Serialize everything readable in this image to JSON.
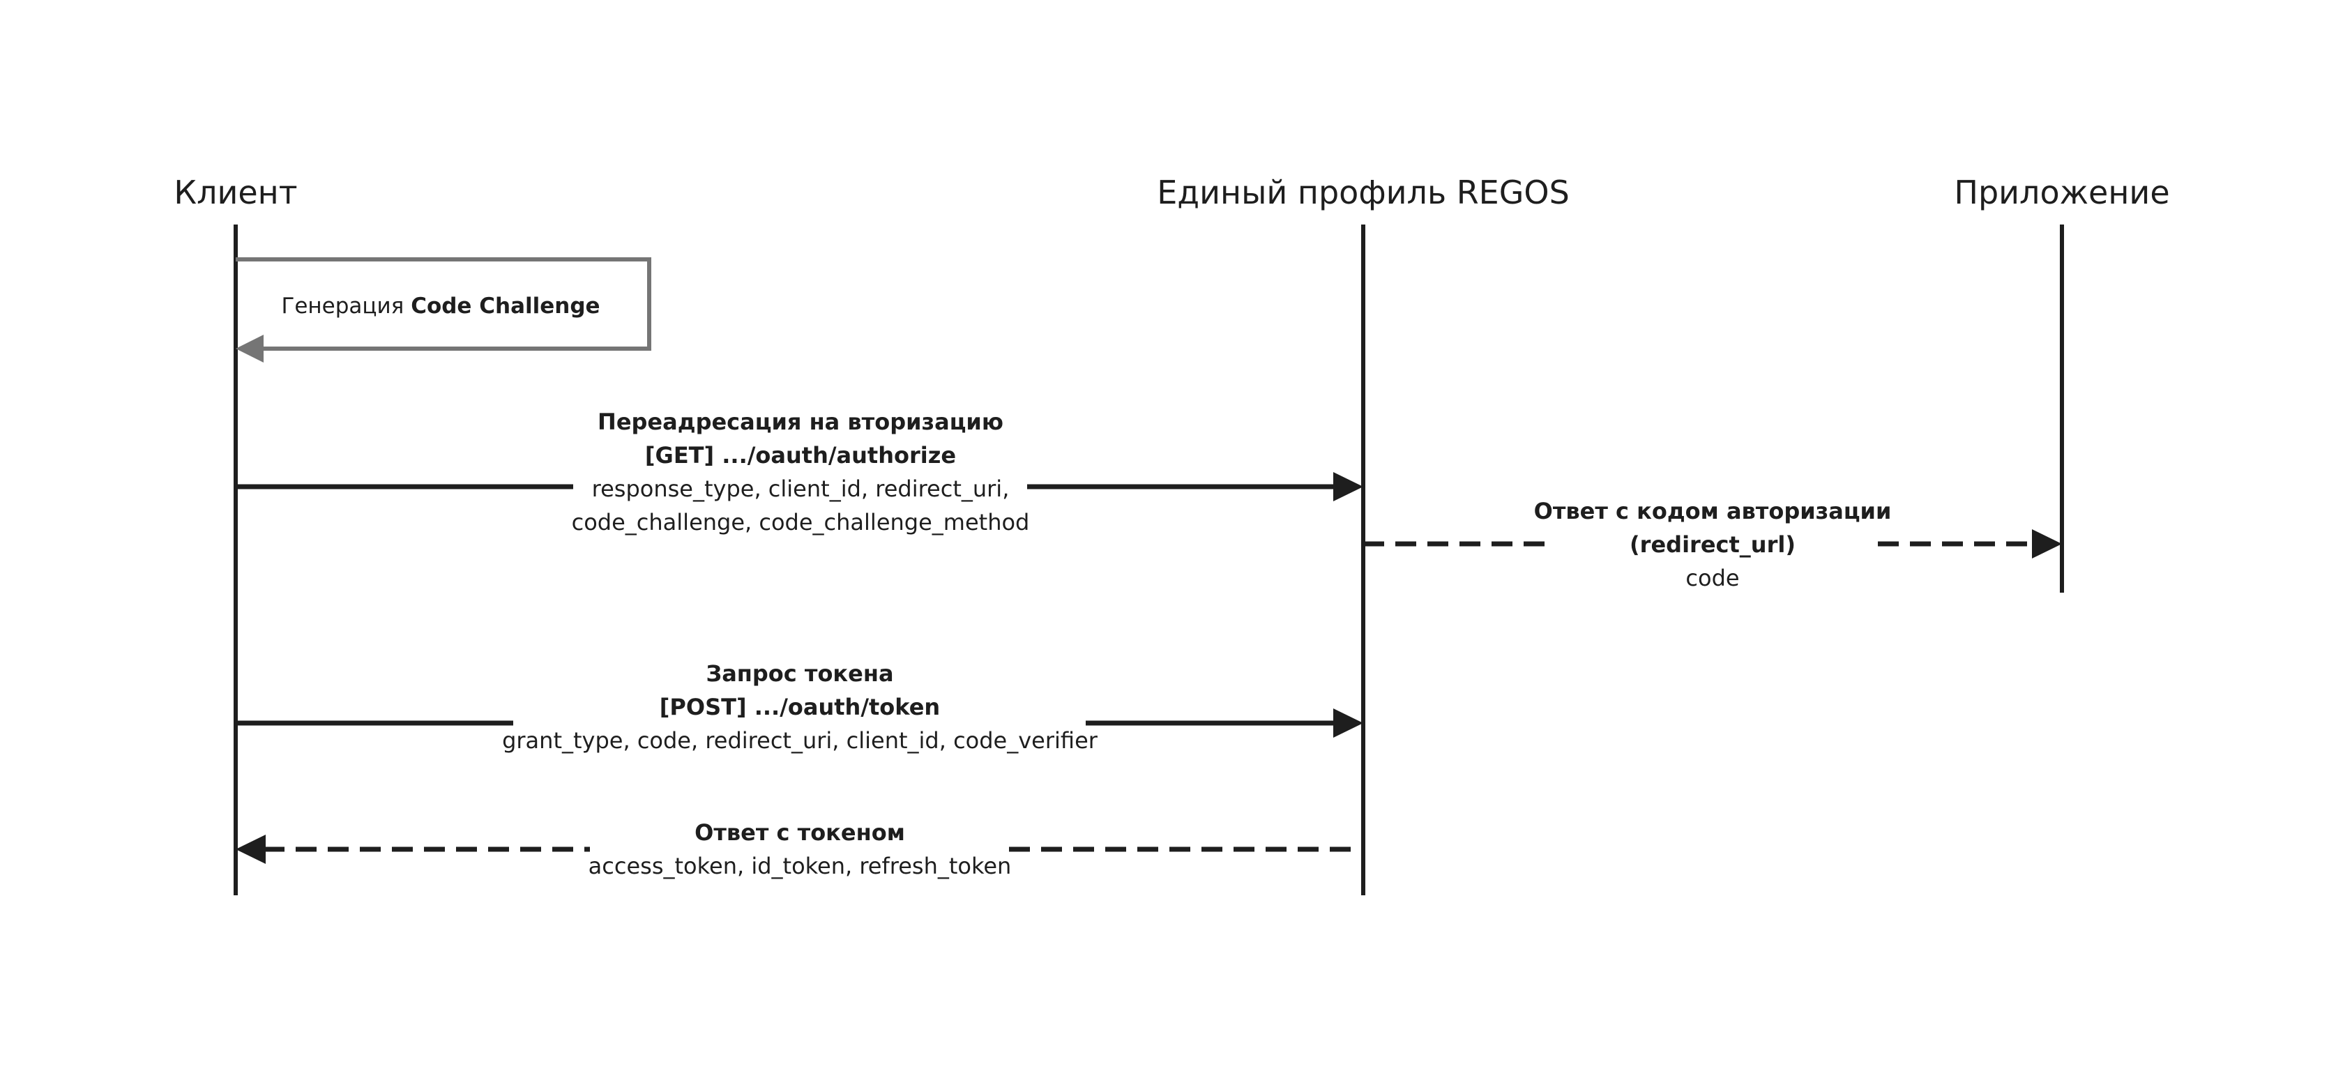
{
  "actors": {
    "client": "Клиент",
    "profile": "Единый профиль REGOS",
    "app": "Приложение"
  },
  "self_message": {
    "prefix": "Генерация ",
    "bold": "Code Challenge"
  },
  "messages": {
    "authorize": {
      "title": "Переадресация на вторизацию",
      "endpoint": "[GET] .../oauth/authorize",
      "params_line1": "response_type, client_id, redirect_uri,",
      "params_line2": "code_challenge, code_challenge_method"
    },
    "auth_code": {
      "title": "Ответ с кодом авторизации",
      "subtitle": "(redirect_url)",
      "params": "code"
    },
    "token_request": {
      "title": "Запрос токена",
      "endpoint": "[POST] .../oauth/token",
      "params": "grant_type, code, redirect_uri, client_id, code_verifier"
    },
    "token_response": {
      "title": "Ответ с токеном",
      "params": "access_token, id_token, refresh_token"
    }
  },
  "colors": {
    "line": "#1e1e1e",
    "self_box": "#757575",
    "background": "#ffffff"
  }
}
